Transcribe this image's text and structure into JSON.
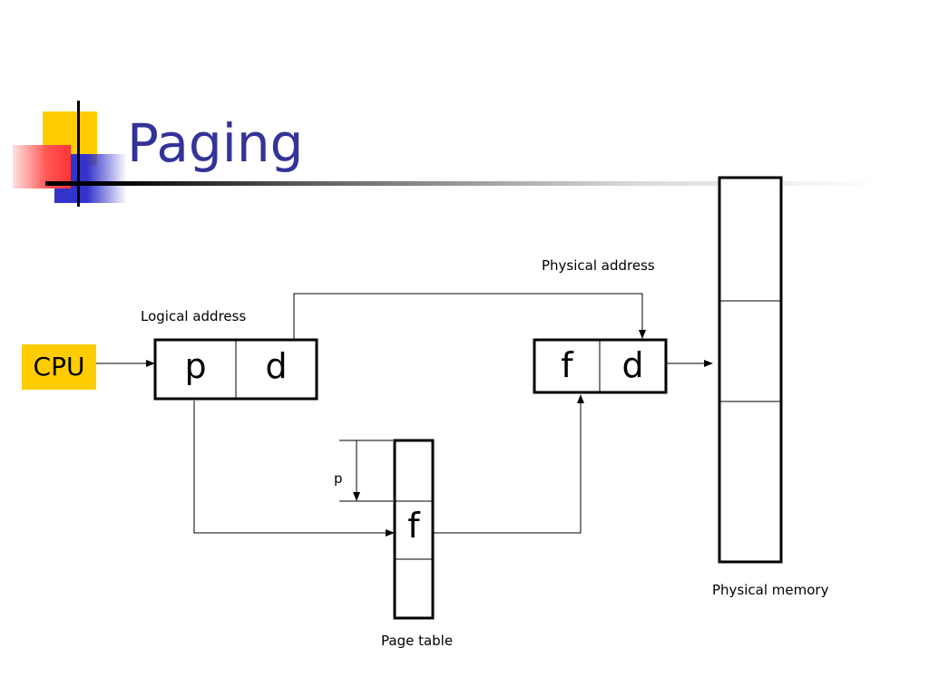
{
  "slide": {
    "title": "Paging"
  },
  "diagram": {
    "cpu_label": "CPU",
    "logical_address_label": "Logical address",
    "logical_cells": [
      "p",
      "d"
    ],
    "physical_address_label": "Physical address",
    "physical_cells": [
      "f",
      "d"
    ],
    "page_table_offset_label": "p",
    "page_table_entry": "f",
    "page_table_label": "Page table",
    "physical_memory_label": "Physical memory"
  },
  "colors": {
    "title": "#333399",
    "cpu_fill": "#ffcc00",
    "logo_yellow": "#ffcc00",
    "logo_red": "#ff3333",
    "logo_blue": "#3333cc"
  }
}
